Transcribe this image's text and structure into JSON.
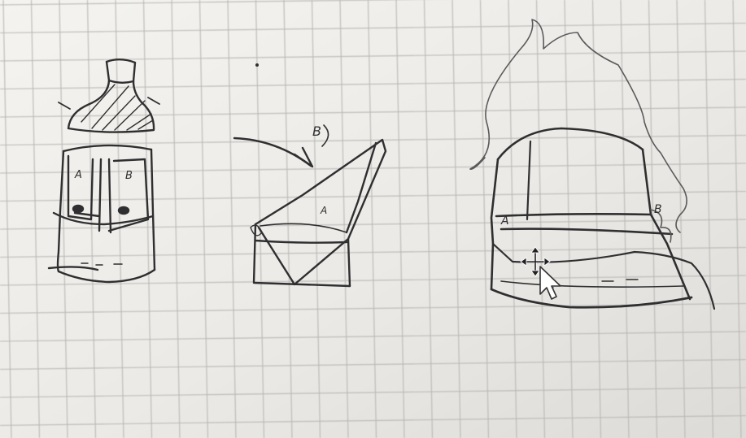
{
  "colors": {
    "paper": "#eeede9",
    "grid": "#b8b8b6",
    "ink": "#2f2f31",
    "ink_light": "#6e6e70"
  },
  "sketch_1": {
    "panel_left_letter": "A",
    "panel_right_letter": "B"
  },
  "sketch_2": {
    "top_letter": "B",
    "side_letter": "A"
  },
  "sketch_3": {
    "left_letter": "A",
    "right_letter": "B"
  },
  "cursor": {
    "icon": "move-cursor-icon",
    "pointer_icon": "arrow-pointer-icon"
  }
}
